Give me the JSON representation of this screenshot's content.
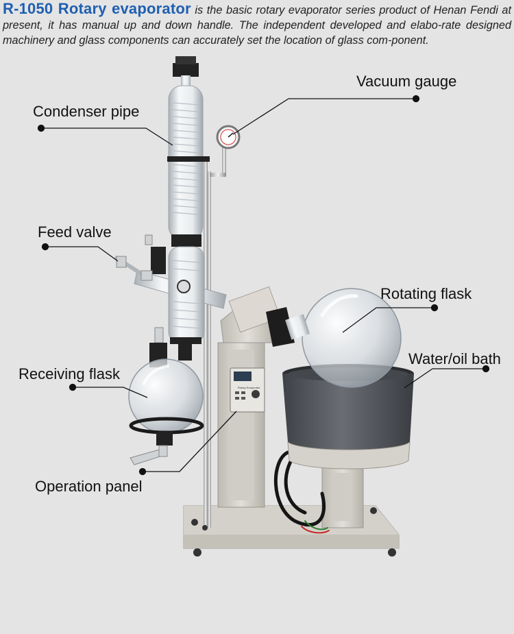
{
  "intro": {
    "brand": "R-1050 Rotary evaporator",
    "description": "is the basic rotary evaporator series product of Henan Fendi at present, it has manual up and down handle. The independent developed and elabo-rate designed machinery and glass components can accurately set the location of glass com-ponent."
  },
  "labels": {
    "vacuum_gauge": "Vacuum gauge",
    "condenser_pipe": "Condenser pipe",
    "feed_valve": "Feed valve",
    "rotating_flask": "Rotating flask",
    "water_oil_bath": "Water/oil bath",
    "receiving_flask": "Receiving flask",
    "operation_panel": "Operation panel"
  },
  "panel_text": "Rotary Evaporator",
  "colors": {
    "brand": "#1f5fb0",
    "background": "#e4e4e4",
    "machine_body": "#d9d6cf",
    "bath": "#55585e",
    "leader_line": "#111111"
  }
}
